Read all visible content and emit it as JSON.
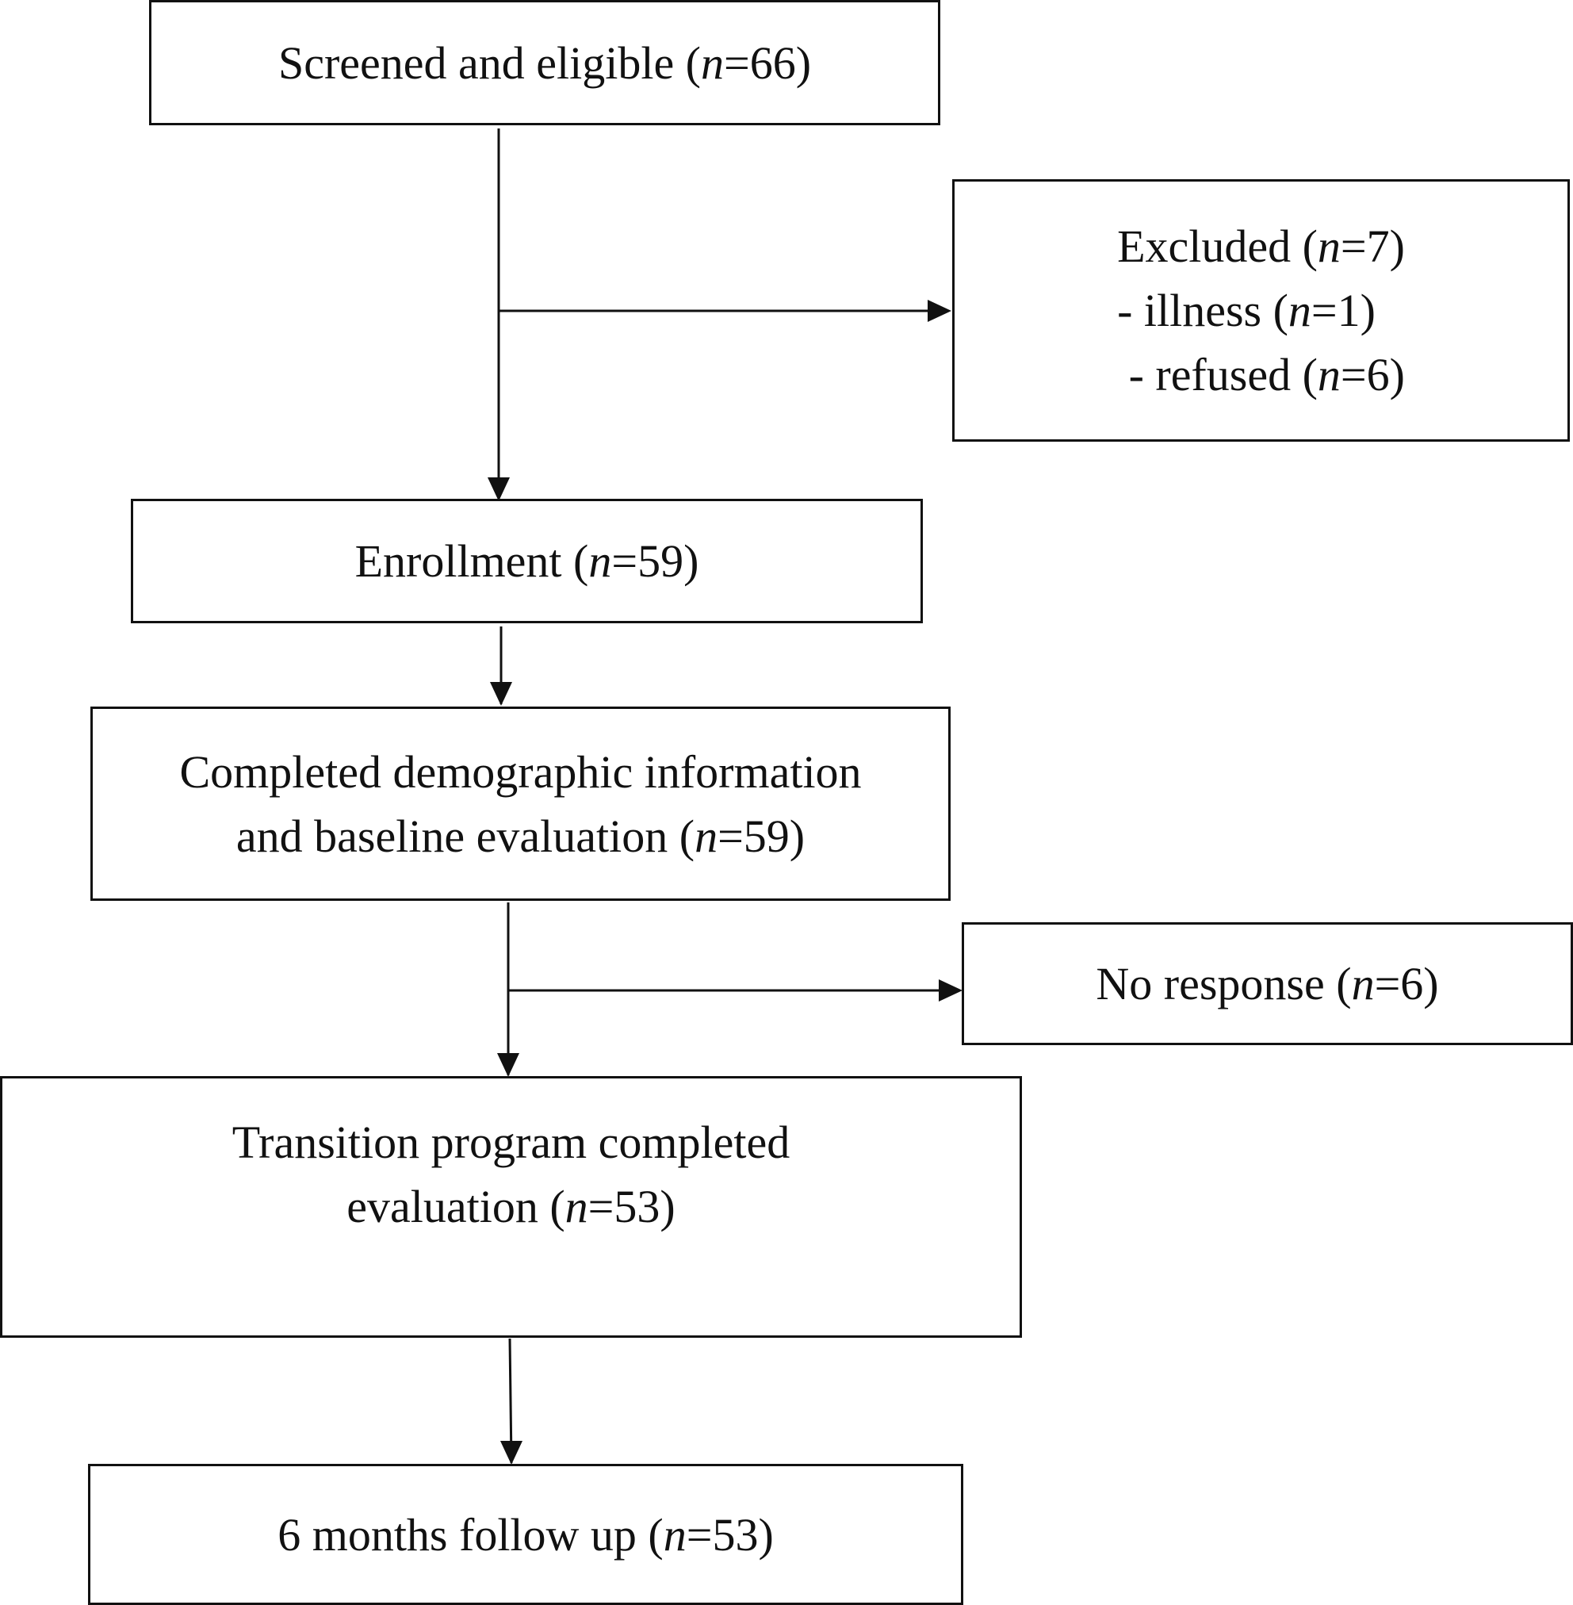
{
  "boxes": {
    "screened": [
      {
        "pre": "Screened and eligible (",
        "n": "n",
        "post": "=66)"
      }
    ],
    "excluded": [
      {
        "pre": "Excluded (",
        "n": "n",
        "post": "=7)"
      },
      {
        "pre": "- illness (",
        "n": "n",
        "post": "=1)"
      },
      {
        "pre": " - refused (",
        "n": "n",
        "post": "=6)"
      }
    ],
    "enrollment": [
      {
        "pre": "Enrollment (",
        "n": "n",
        "post": "=59)"
      }
    ],
    "baseline": [
      {
        "pre": "Completed demographic information",
        "n": "",
        "post": ""
      },
      {
        "pre": "and baseline evaluation (",
        "n": "n",
        "post": "=59)"
      }
    ],
    "no_response": [
      {
        "pre": "No response (",
        "n": "n",
        "post": "=6)"
      }
    ],
    "transition": [
      {
        "pre": "Transition program completed",
        "n": "",
        "post": ""
      },
      {
        "pre": "evaluation (",
        "n": "n",
        "post": "=53)"
      }
    ],
    "followup": [
      {
        "pre": "6 months follow up (",
        "n": "n",
        "post": "=53)"
      }
    ]
  }
}
